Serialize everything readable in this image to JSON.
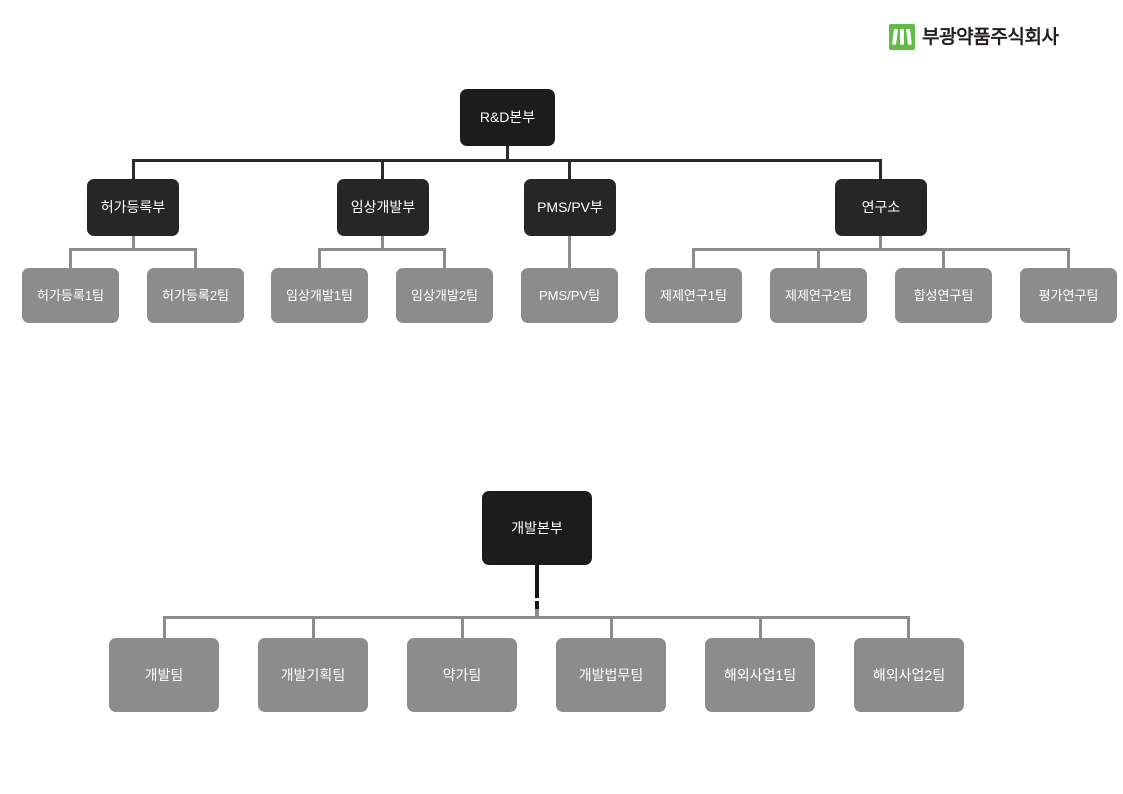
{
  "brand": {
    "logo_icon": "bukwang-logo-icon",
    "name": "부광약품주식회사"
  },
  "charts": [
    {
      "id": "rnd-division-chart",
      "root": {
        "label": "R&D본부"
      },
      "departments": [
        {
          "label": "허가등록부",
          "teams": [
            {
              "label": "허가등록1팀"
            },
            {
              "label": "허가등록2팀"
            }
          ]
        },
        {
          "label": "임상개발부",
          "teams": [
            {
              "label": "임상개발1팀"
            },
            {
              "label": "임상개발2팀"
            }
          ]
        },
        {
          "label": "PMS/PV부",
          "teams": [
            {
              "label": "PMS/PV팀"
            }
          ]
        },
        {
          "label": "연구소",
          "teams": [
            {
              "label": "제제연구1팀"
            },
            {
              "label": "제제연구2팀"
            },
            {
              "label": "합성연구팀"
            },
            {
              "label": "평가연구팀"
            }
          ]
        }
      ]
    },
    {
      "id": "development-division-chart",
      "root": {
        "label": "개발본부"
      },
      "teams": [
        {
          "label": "개발팀"
        },
        {
          "label": "개발기획팀"
        },
        {
          "label": "약가팀"
        },
        {
          "label": "개발법무팀"
        },
        {
          "label": "해외사업1팀"
        },
        {
          "label": "해외사업2팀"
        }
      ]
    }
  ],
  "colors": {
    "root_box": "#1c1c1c",
    "department_box": "#262626",
    "team_box": "#8c8c8c",
    "connector_dark": "#2b2b2b",
    "connector_gray": "#8c8c8c",
    "brand_green": "#62bb46",
    "brand_text": "#231f20",
    "background": "#ffffff"
  }
}
